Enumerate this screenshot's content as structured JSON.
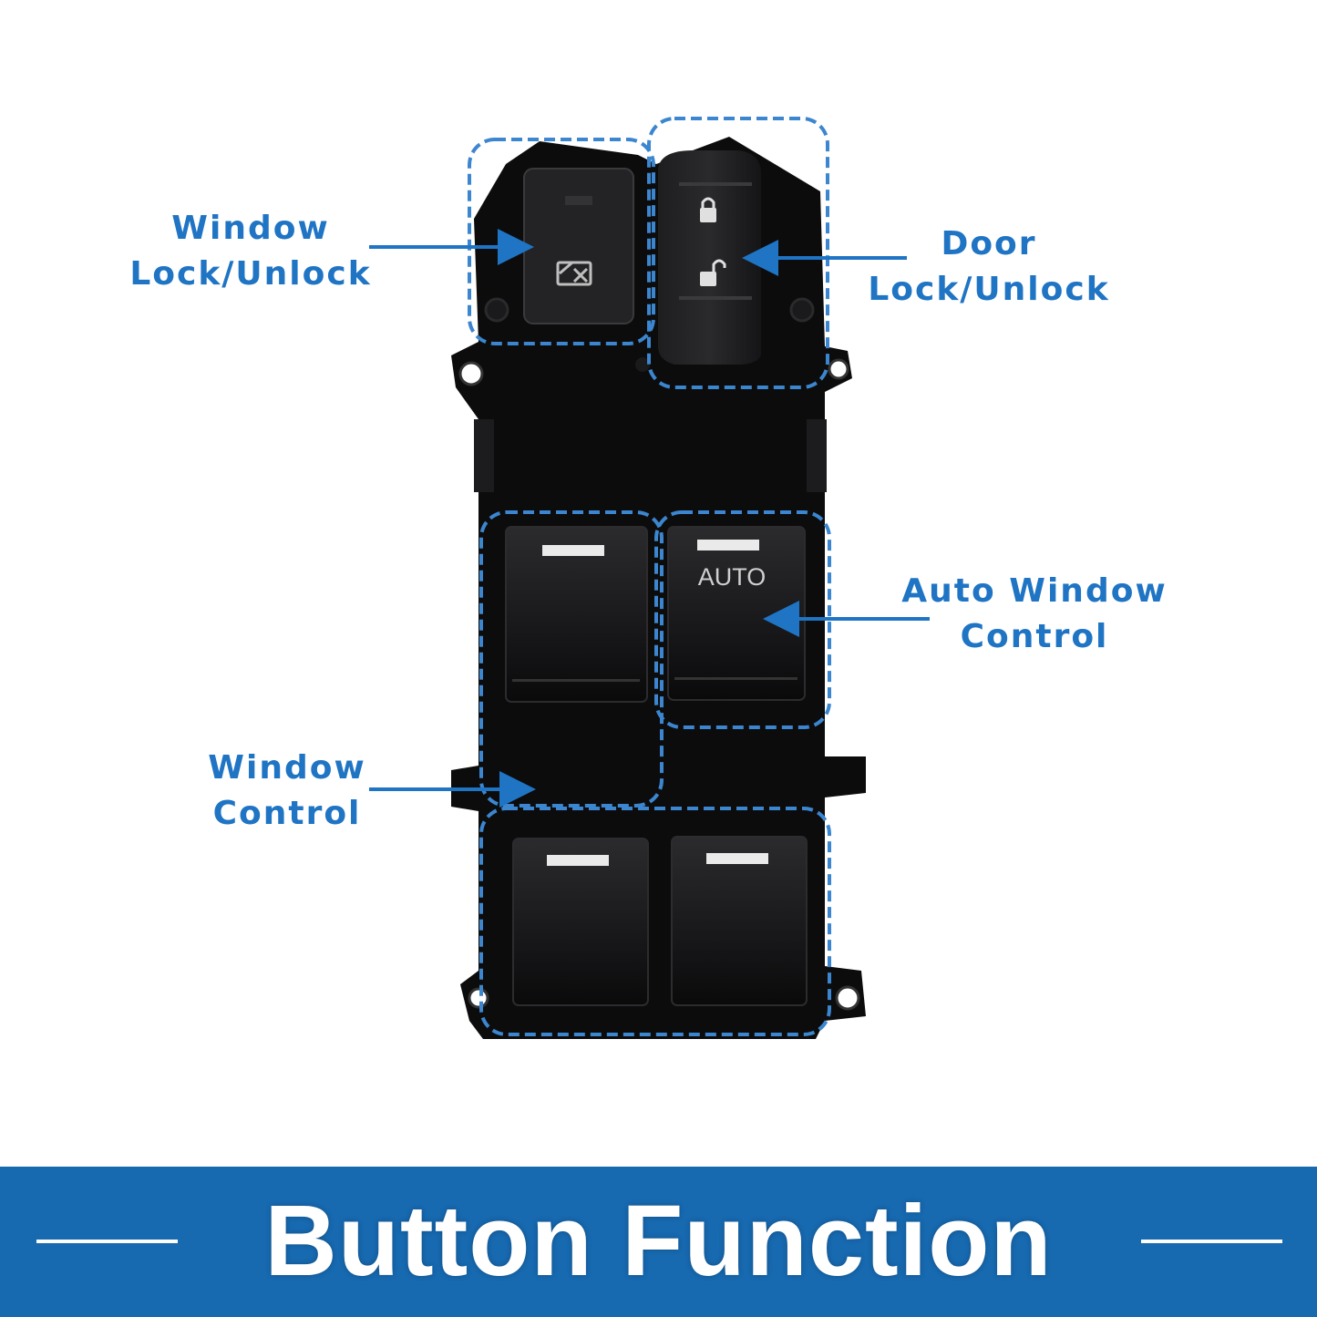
{
  "callouts": {
    "window_lock": {
      "line1": "Window",
      "line2": "Lock/Unlock"
    },
    "door_lock": {
      "line1": "Door",
      "line2": "Lock/Unlock"
    },
    "auto_window": {
      "line1": "Auto Window",
      "line2": "Control"
    },
    "window_control": {
      "line1": "Window",
      "line2": "Control"
    }
  },
  "switch": {
    "auto_text": "AUTO"
  },
  "banner": {
    "title": "Button Function"
  },
  "colors": {
    "accent": "#1f74c4",
    "banner": "#1769b0",
    "housing": "#0c0c0d",
    "button": "#1a1a1c"
  }
}
